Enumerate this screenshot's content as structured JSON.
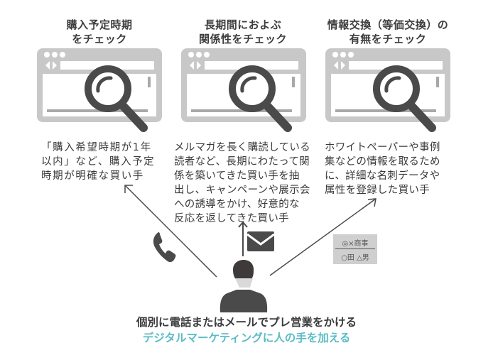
{
  "columns": [
    {
      "title_lines": [
        "購入予定時期",
        "をチェック"
      ],
      "desc_lines": [
        "「購入希望時期が1年",
        "以内」など、購入予定",
        "時期が明確な買い手"
      ],
      "icon": "browser-magnifier-icon"
    },
    {
      "title_lines": [
        "長期間におよぶ",
        "関係性をチェック"
      ],
      "desc_lines": [
        "メルマガを長く購読している",
        "読者など、長期にわたって関",
        "係を築いてきた買い手を抽",
        "出し、キャンペーンや展示会",
        "への誘導をかけ、好意的な",
        "反応を返してきた買い手"
      ],
      "icon": "browser-magnifier-icon"
    },
    {
      "title_lines": [
        "情報交換（等価交換）の",
        "有無をチェック"
      ],
      "desc_lines": [
        "ホワイトペーパーや事例",
        "集などの情報を取るため",
        "に、詳細な名刺データや",
        "属性を登録した買い手"
      ],
      "icon": "browser-magnifier-icon"
    }
  ],
  "channels": {
    "phone": "phone-icon",
    "mail": "mail-icon",
    "business_card": {
      "company": "◎×商事",
      "name": "○田 △男"
    }
  },
  "person": "salesperson-icon",
  "caption": {
    "line1": "個別に電話またはメールでプレ営業をかける",
    "line2": "デジタルマーケティングに人の手を加える"
  },
  "colors": {
    "icon_gray": "#c8c8c8",
    "dark": "#4a4a4a",
    "accent": "#5bbcc6"
  }
}
